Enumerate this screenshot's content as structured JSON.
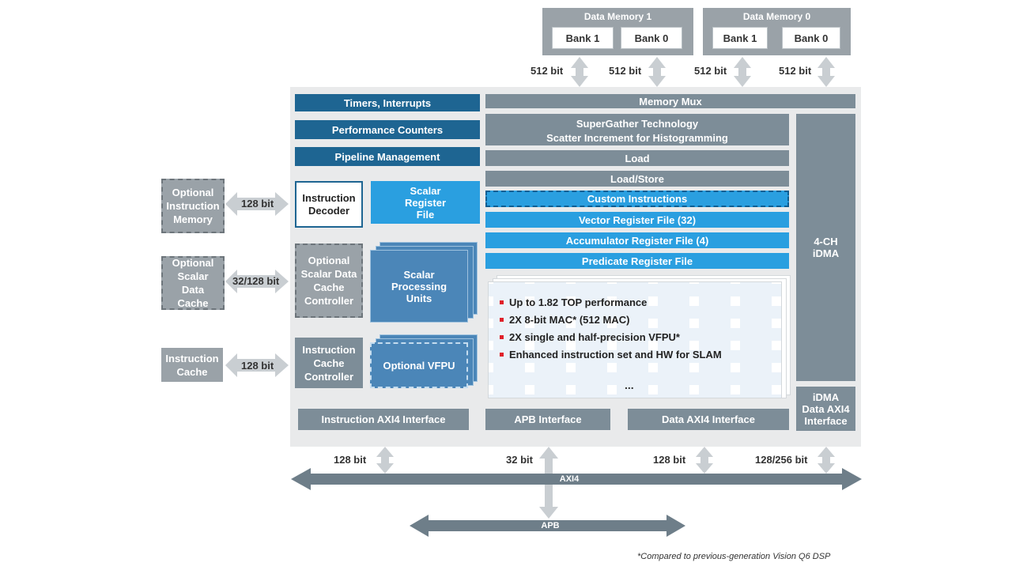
{
  "memory": {
    "dm1": {
      "title": "Data Memory 1",
      "bank1": "Bank 1",
      "bank0": "Bank 0"
    },
    "dm0": {
      "title": "Data Memory 0",
      "bank1": "Bank 1",
      "bank0": "Bank 0"
    },
    "widths": [
      "512 bit",
      "512 bit",
      "512 bit",
      "512 bit"
    ]
  },
  "left_blocks": {
    "timers": "Timers, Interrupts",
    "perf": "Performance Counters",
    "pipeline": "Pipeline Management",
    "decoder": "Instruction Decoder",
    "scalar_rf": "Scalar Register File",
    "scalar_cache_ctrl": "Optional Scalar Data Cache Controller",
    "spu": "Scalar Processing Units",
    "icache_ctrl": "Instruction Cache Controller",
    "vfpu": "Optional VFPU"
  },
  "right_blocks": {
    "memory_mux": "Memory Mux",
    "supergather_1": "SuperGather Technology",
    "supergather_2": "Scatter Increment for Histogramming",
    "load": "Load",
    "load_store": "Load/Store",
    "custom": "Custom Instructions",
    "vector_rf": "Vector Register File (32)",
    "acc_rf": "Accumulator Register File (4)",
    "pred_rf": "Predicate Register File",
    "idma": "4-CH iDMA",
    "idma_axi": "iDMA Data AXI4 Interface"
  },
  "features": [
    "Up to 1.82 TOP performance",
    "2X 8-bit MAC* (512 MAC)",
    "2X single and half-precision VFPU*",
    "Enhanced instruction set and HW for SLAM"
  ],
  "features_more": "...",
  "external": {
    "opt_imem": "Optional Instruction Memory",
    "opt_imem_width": "128 bit",
    "opt_scache": "Optional Scalar Data Cache",
    "opt_scache_width": "32/128 bit",
    "icache": "Instruction Cache",
    "icache_width": "128 bit"
  },
  "interfaces": {
    "instr_axi": "Instruction AXI4 Interface",
    "apb": "APB Interface",
    "data_axi": "Data AXI4 Interface"
  },
  "buses": {
    "w1": "128 bit",
    "w2": "32 bit",
    "w3": "128 bit",
    "w4": "128/256 bit",
    "axi": "AXI4",
    "apb": "APB"
  },
  "footnote": "*Compared to previous-generation Vision Q6 DSP"
}
